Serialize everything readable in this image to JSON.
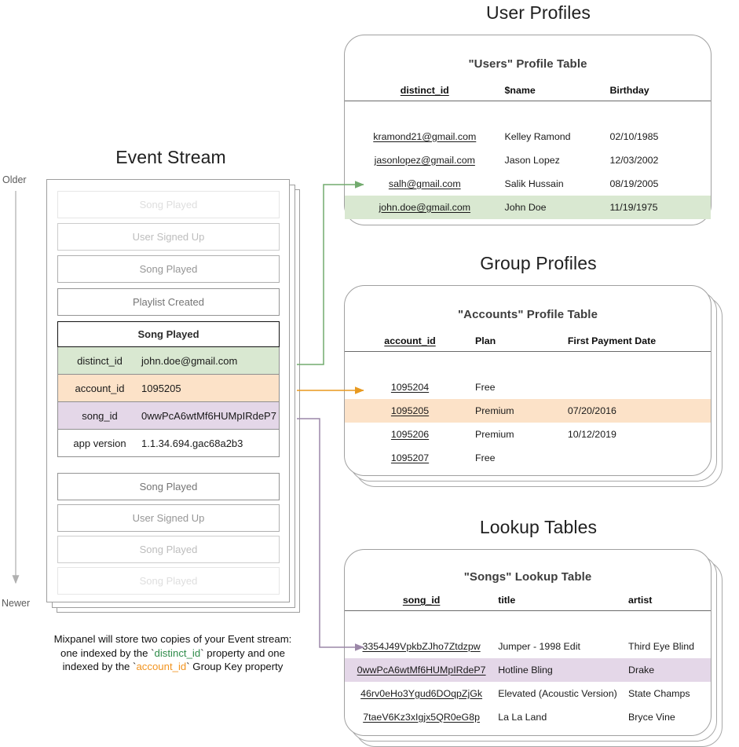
{
  "sections": {
    "event_stream_title": "Event Stream",
    "user_profiles_title": "User Profiles",
    "group_profiles_title": "Group Profiles",
    "lookup_tables_title": "Lookup Tables"
  },
  "timeline": {
    "older_label": "Older",
    "newer_label": "Newer"
  },
  "event_stream": {
    "events_above": [
      {
        "label": "Song Played",
        "fade": "f1"
      },
      {
        "label": "User Signed Up",
        "fade": "f2"
      },
      {
        "label": "Song Played",
        "fade": "f3"
      },
      {
        "label": "Playlist Created",
        "fade": "f4"
      }
    ],
    "focused_event": {
      "name": "Song Played",
      "properties": [
        {
          "key": "distinct_id",
          "value": "john.doe@gmail.com",
          "highlight": "green"
        },
        {
          "key": "account_id",
          "value": "1095205",
          "highlight": "orange"
        },
        {
          "key": "song_id",
          "value": "0wwPcA6wtMf6HUMpIRdeP7",
          "highlight": "purple"
        },
        {
          "key": "app version",
          "value": "1.1.34.694.gac68a2b3",
          "highlight": "none"
        }
      ]
    },
    "events_below": [
      {
        "label": "Song Played",
        "fade": "f4"
      },
      {
        "label": "User Signed Up",
        "fade": "f3"
      },
      {
        "label": "Song Played",
        "fade": "f2"
      },
      {
        "label": "Song Played",
        "fade": "f1"
      }
    ]
  },
  "users_table": {
    "title": "\"Users\" Profile Table",
    "columns": [
      "distinct_id",
      "$name",
      "Birthday"
    ],
    "rows": [
      {
        "cells": [
          "kramond21@gmail.com",
          "Kelley Ramond",
          "02/10/1985"
        ],
        "highlight": "none"
      },
      {
        "cells": [
          "jasonlopez@gmail.com",
          "Jason Lopez",
          "12/03/2002"
        ],
        "highlight": "none"
      },
      {
        "cells": [
          "salh@gmail.com",
          "Salik Hussain",
          "08/19/2005"
        ],
        "highlight": "none"
      },
      {
        "cells": [
          "john.doe@gmail.com",
          "John Doe",
          "11/19/1975"
        ],
        "highlight": "green"
      }
    ]
  },
  "accounts_table": {
    "title": "\"Accounts\" Profile Table",
    "columns": [
      "account_id",
      "Plan",
      "First Payment Date"
    ],
    "rows": [
      {
        "cells": [
          "1095204",
          "Free",
          ""
        ],
        "highlight": "none"
      },
      {
        "cells": [
          "1095205",
          "Premium",
          "07/20/2016"
        ],
        "highlight": "orange"
      },
      {
        "cells": [
          "1095206",
          "Premium",
          "10/12/2019"
        ],
        "highlight": "none"
      },
      {
        "cells": [
          "1095207",
          "Free",
          ""
        ],
        "highlight": "none"
      }
    ]
  },
  "songs_table": {
    "title": "\"Songs\" Lookup Table",
    "columns": [
      "song_id",
      "title",
      "artist"
    ],
    "rows": [
      {
        "cells": [
          "3354J49VpkbZJho7Ztdzpw",
          "Jumper - 1998 Edit",
          "Third Eye Blind"
        ],
        "highlight": "none"
      },
      {
        "cells": [
          "0wwPcA6wtMf6HUMpIRdeP7",
          "Hotline Bling",
          "Drake"
        ],
        "highlight": "purple"
      },
      {
        "cells": [
          "46rv0eHo3Ygud6DOqpZjGk",
          "Elevated (Acoustic Version)",
          "State Champs"
        ],
        "highlight": "none"
      },
      {
        "cells": [
          "7taeV6Kz3xIgjx5QR0eG8p",
          "La La Land",
          "Bryce Vine"
        ],
        "highlight": "none"
      }
    ]
  },
  "caption": {
    "line1": "Mixpanel will store two copies of your Event stream:",
    "line2_a": "one indexed by the `",
    "line2_token": "distinct_id",
    "line2_b": "` property and one",
    "line3_a": "indexed by the `",
    "line3_token": "account_id",
    "line3_b": "` Group Key property"
  },
  "colors": {
    "green_highlight": "#d9e8d1",
    "orange_highlight": "#fce2c8",
    "purple_highlight": "#e4d7e8",
    "green_arrow": "#72ab6e",
    "orange_arrow": "#e8991f",
    "purple_arrow": "#9b87a8",
    "panel_border": "#a0a0a0"
  }
}
